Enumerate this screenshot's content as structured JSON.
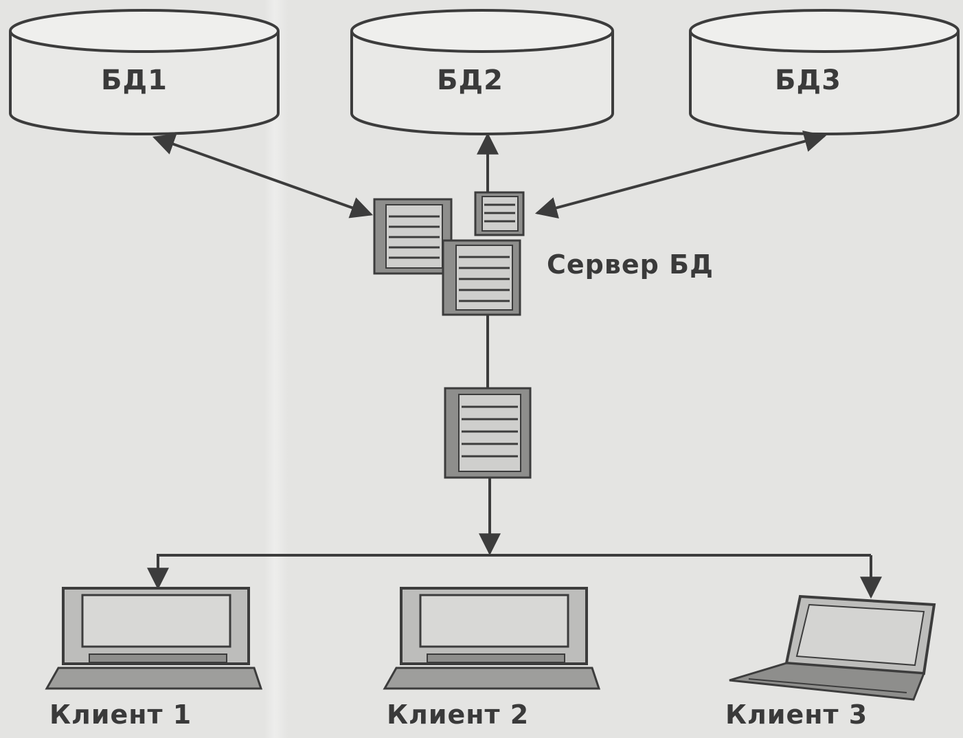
{
  "databases": [
    {
      "label": "БД1"
    },
    {
      "label": "БД2"
    },
    {
      "label": "БД3"
    }
  ],
  "server": {
    "label": "Сервер БД"
  },
  "clients": [
    {
      "label": "Клиент 1"
    },
    {
      "label": "Клиент 2"
    },
    {
      "label": "Клиент 3"
    }
  ],
  "colors": {
    "line": "#3c3c3c",
    "fill_light": "#e9e9e7",
    "fill_mid": "#cfcfcd",
    "fill_dark": "#8e8e8c",
    "text": "#3a3a3a"
  }
}
